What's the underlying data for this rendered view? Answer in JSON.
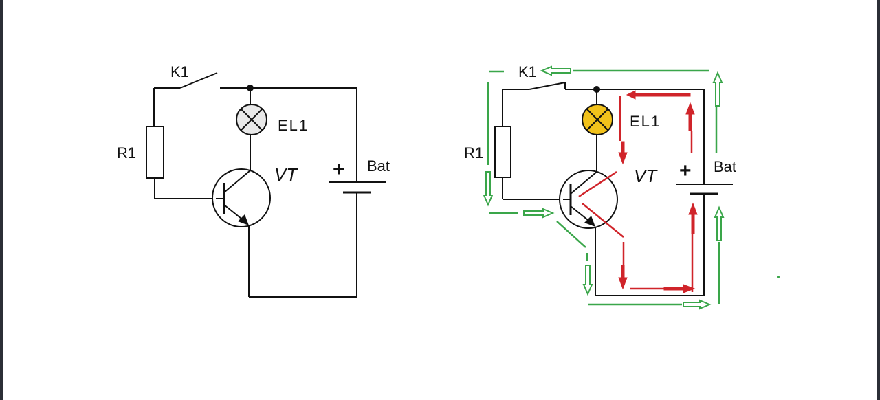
{
  "left_circuit": {
    "switch_label": "K1",
    "lamp_label": "EL1",
    "resistor_label": "R1",
    "transistor_label": "VT",
    "battery_plus": "+",
    "battery_label": "Bat",
    "lamp_state": "off"
  },
  "right_circuit": {
    "switch_label": "K1",
    "lamp_label": "EL1",
    "resistor_label": "R1",
    "transistor_label": "VT",
    "battery_plus": "+",
    "battery_label": "Bat",
    "lamp_state": "on"
  },
  "colors": {
    "wire": "#111111",
    "base_current": "#3aa64a",
    "collector_current": "#d0242a",
    "lamp_on": "#f2c21b",
    "lamp_off": "#e9e9e9"
  },
  "icons": [
    "resistor-icon",
    "switch-icon",
    "lamp-icon",
    "transistor-icon",
    "battery-icon",
    "arrow-icon"
  ]
}
